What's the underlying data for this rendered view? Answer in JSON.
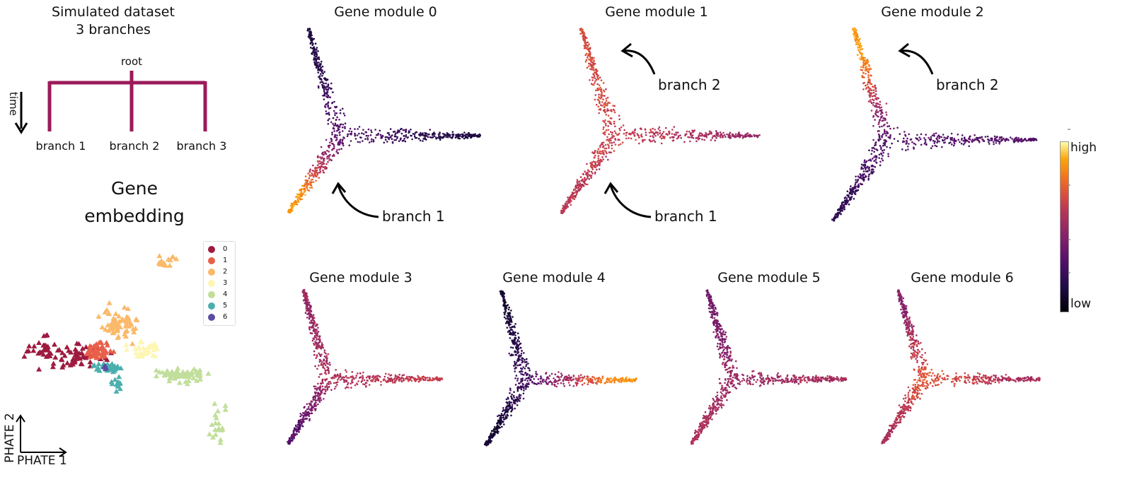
{
  "header": {
    "title_line1": "Simulated dataset",
    "title_line2": "3 branches"
  },
  "tree": {
    "root": "root",
    "time": "time",
    "branches": [
      "branch 1",
      "branch 2",
      "branch 3"
    ],
    "color": "#9b1b5a"
  },
  "embedding": {
    "title_line1": "Gene",
    "title_line2": "embedding",
    "xlabel": "PHATE 1",
    "ylabel": "PHATE 2",
    "legend": [
      {
        "label": "0",
        "color": "#9e1a3f"
      },
      {
        "label": "1",
        "color": "#e8604a"
      },
      {
        "label": "2",
        "color": "#fbb96a"
      },
      {
        "label": "3",
        "color": "#fdf6b5"
      },
      {
        "label": "4",
        "color": "#c1de9a"
      },
      {
        "label": "5",
        "color": "#4bafae"
      },
      {
        "label": "6",
        "color": "#5b4ca0"
      }
    ]
  },
  "annotations": {
    "branch1": "branch 1",
    "branch2": "branch 2"
  },
  "colorbar": {
    "high": "high",
    "low": "low",
    "colormap": "inferno"
  },
  "chart_data": {
    "type": "scatter",
    "panels": [
      {
        "title": "Gene module 0",
        "expression": {
          "center": 0.3,
          "branch2_arm": 0.15,
          "branch1_arm": 0.88,
          "branch3_arm": 0.15
        }
      },
      {
        "title": "Gene module 1",
        "expression": {
          "center": 0.65,
          "branch2_arm": 0.68,
          "branch1_arm": 0.6,
          "branch3_arm": 0.5
        }
      },
      {
        "title": "Gene module 2",
        "expression": {
          "center": 0.3,
          "branch2_arm": 0.88,
          "branch1_arm": 0.2,
          "branch3_arm": 0.3
        }
      },
      {
        "title": "Gene module 3",
        "expression": {
          "center": 0.55,
          "branch2_arm": 0.5,
          "branch1_arm": 0.3,
          "branch3_arm": 0.62
        }
      },
      {
        "title": "Gene module 4",
        "expression": {
          "center": 0.25,
          "branch2_arm": 0.1,
          "branch1_arm": 0.1,
          "branch3_arm": 0.85
        }
      },
      {
        "title": "Gene module 5",
        "expression": {
          "center": 0.5,
          "branch2_arm": 0.4,
          "branch1_arm": 0.55,
          "branch3_arm": 0.55
        }
      },
      {
        "title": "Gene module 6",
        "expression": {
          "center": 0.72,
          "branch2_arm": 0.45,
          "branch1_arm": 0.55,
          "branch3_arm": 0.55
        }
      }
    ],
    "color_range": [
      "low",
      "high"
    ]
  }
}
